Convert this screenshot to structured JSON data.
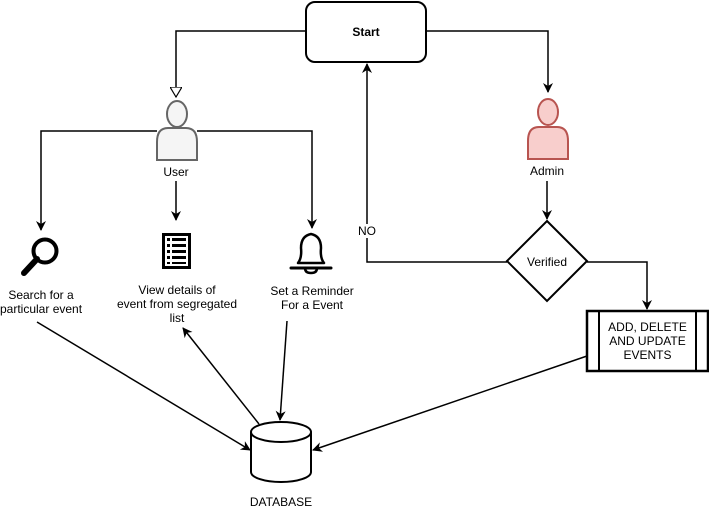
{
  "nodes": {
    "start": "Start",
    "user": "User",
    "admin": "Admin",
    "verified": "Verified",
    "no_label": "NO",
    "search": [
      "Search for a",
      "particular event"
    ],
    "view": [
      "View details of",
      "event from segregated",
      "list"
    ],
    "reminder": [
      "Set a Reminder",
      "For a Event"
    ],
    "admin_actions": [
      "ADD, DELETE",
      "AND UPDATE",
      "EVENTS"
    ],
    "database": "DATABASE"
  },
  "colors": {
    "stroke": "#000000",
    "user_fill": "#f5f5f5",
    "user_stroke": "#666666",
    "admin_fill": "#f8cecc",
    "admin_stroke": "#b85450"
  },
  "icons": {
    "search": "magnifier-icon",
    "view": "list-icon",
    "reminder": "bell-icon"
  }
}
